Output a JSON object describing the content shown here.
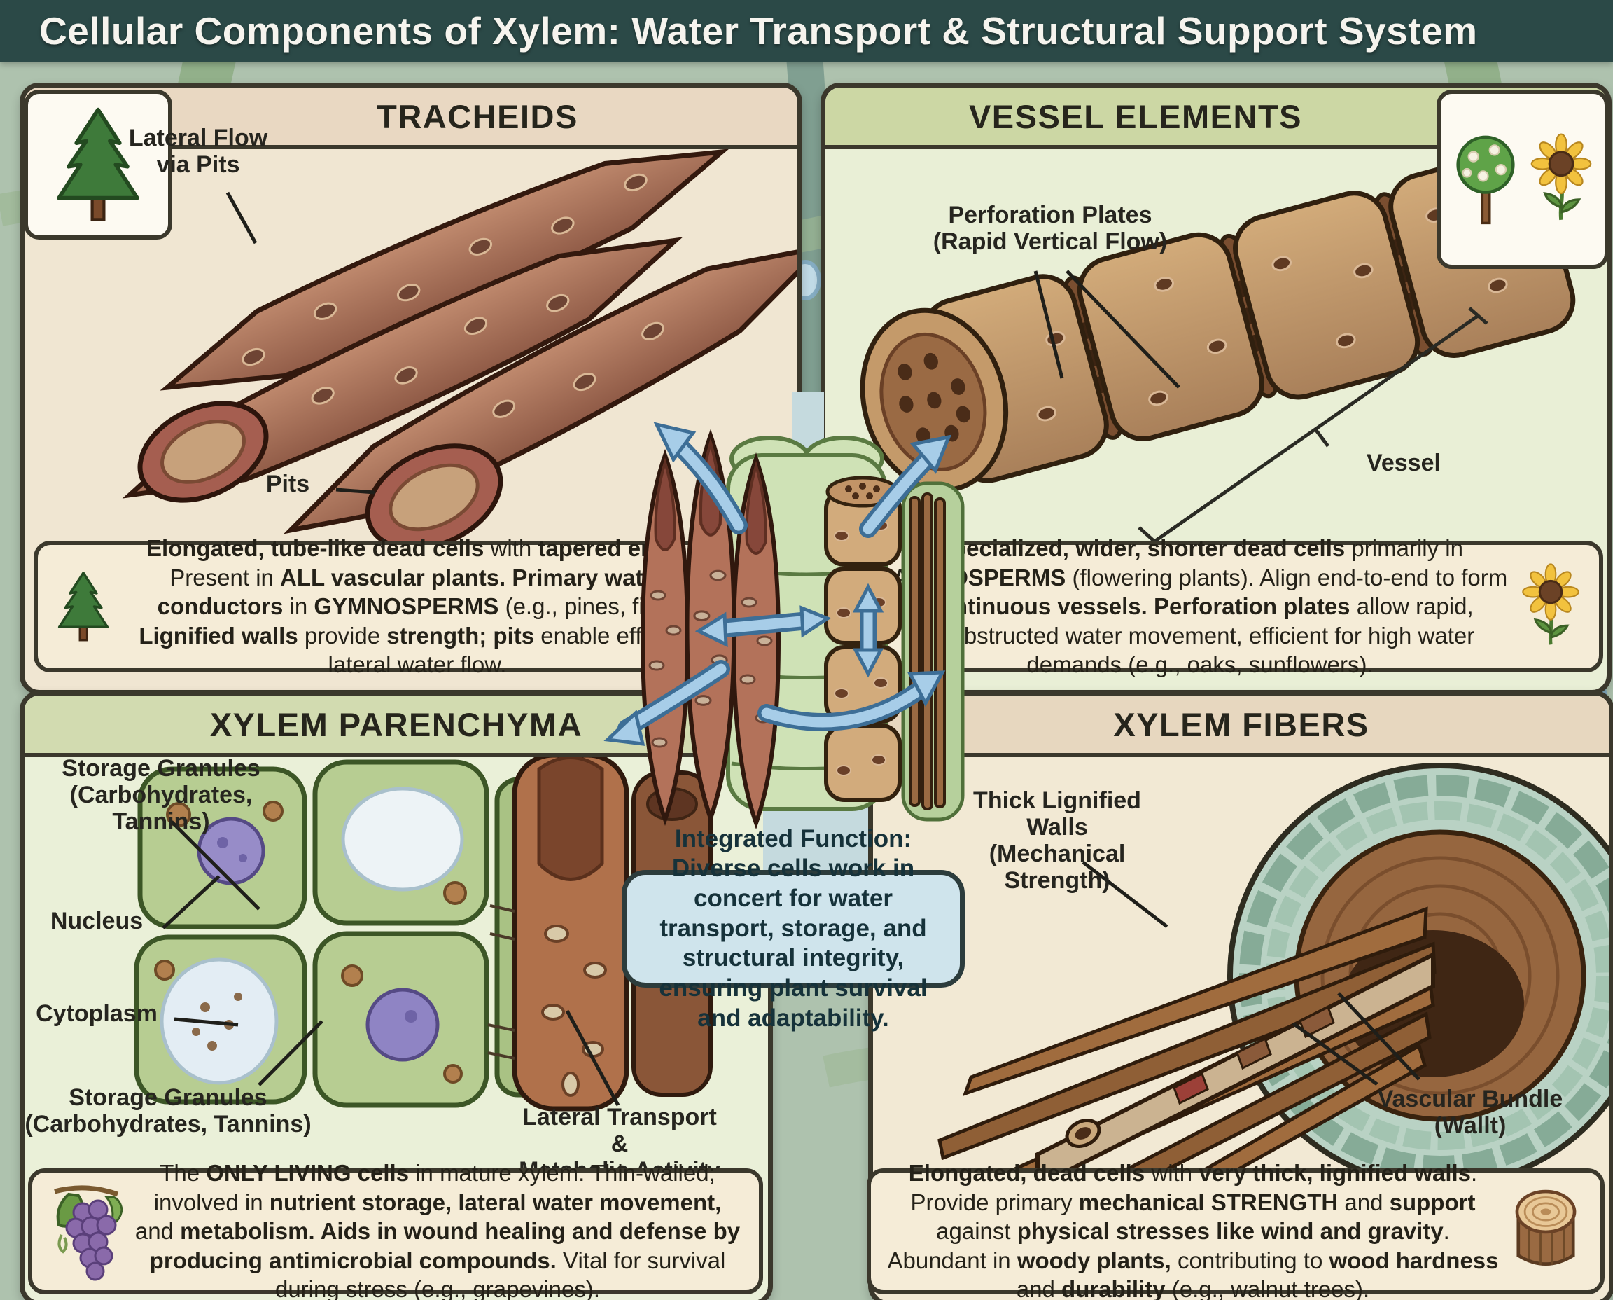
{
  "title": "Cellular Components of Xylem: Water Transport & Structural Support System",
  "colors": {
    "title_bar_bg": "#2b4947",
    "panel_border": "#3b382c",
    "tracheids_header_bg": "#e9d8c2",
    "vessel_elements_header_bg": "#ccd7a4",
    "xylem_parenchyma_header_bg": "#d2dbb0",
    "xylem_fibers_header_bg": "#e7d7bf",
    "description_box_bg": "#f5ecd7",
    "center_box_bg": "#cfe4ec",
    "arrow_blue": "#a7cde8"
  },
  "icons": {
    "tracheids_corner": "pine-tree",
    "tracheids_description": "pine-tree",
    "vessel_elements_corner": [
      "flowering-tree",
      "sunflower"
    ],
    "vessel_elements_description": "sunflower",
    "xylem_parenchyma_description": "grapes",
    "xylem_fibers_description": "wood-log"
  },
  "panels": {
    "tracheids": {
      "title": "TRACHEIDS",
      "labels": {
        "lateral_flow": "Lateral Flow",
        "lateral_flow_sub": "via Pits",
        "pits": "Pits"
      },
      "description": [
        {
          "t": "Elongated, tube-like dead cells",
          "b": true
        },
        {
          "t": " with ",
          "b": false
        },
        {
          "t": "tapered ends",
          "b": true
        },
        {
          "t": ". Present in ",
          "b": false
        },
        {
          "t": "ALL vascular plants.",
          "b": true
        },
        {
          "t": " ",
          "b": false
        },
        {
          "t": "Primary water conductors",
          "b": true
        },
        {
          "t": " in ",
          "b": false
        },
        {
          "t": "GYMNOSPERMS",
          "b": true
        },
        {
          "t": " (e.g., pines, firs). ",
          "b": false
        },
        {
          "t": "Lignified walls",
          "b": true
        },
        {
          "t": " provide ",
          "b": false
        },
        {
          "t": "strength; pits",
          "b": true
        },
        {
          "t": " enable efficient lateral water flow.",
          "b": false
        }
      ]
    },
    "vessel_elements": {
      "title": "VESSEL ELEMENTS",
      "labels": {
        "perforation_plates": "Perforation Plates",
        "perforation_plates_sub": "(Rapid Vertical Flow)",
        "vessel": "Vessel"
      },
      "description": [
        {
          "t": "Specialized, wider, shorter dead cells",
          "b": true
        },
        {
          "t": " primarily in ",
          "b": false
        },
        {
          "t": "ANGIOSPERMS",
          "b": true
        },
        {
          "t": " (flowering plants). Align end-to-end to form ",
          "b": false
        },
        {
          "t": "continuous vessels.",
          "b": true
        },
        {
          "t": " ",
          "b": false
        },
        {
          "t": "Perforation plates",
          "b": true
        },
        {
          "t": " allow rapid, unobstructed water movement, efficient for high water demands (e.g., oaks, sunflowers).",
          "b": false
        }
      ]
    },
    "xylem_parenchyma": {
      "title": "XYLEM PARENCHYMA",
      "labels": {
        "storage_granules_top": "Storage Granules",
        "storage_granules_top_sub": "(Carbohydrates, Tannins)",
        "nucleus": "Nucleus",
        "cytoplasm": "Cytoplasm",
        "storage_granules_bottom": "Storage Granules",
        "storage_granules_bottom_sub": "(Carbohydrates, Tannins)",
        "lateral_transport": "Lateral Transport &",
        "lateral_transport_sub": "Metabolic Activity"
      },
      "description": [
        {
          "t": "The ",
          "b": false
        },
        {
          "t": "ONLY LIVING cells",
          "b": true
        },
        {
          "t": " in mature xylem. Thin-walled; involved in ",
          "b": false
        },
        {
          "t": "nutrient storage, lateral water movement,",
          "b": true
        },
        {
          "t": " and ",
          "b": false
        },
        {
          "t": "metabolism. Aids in wound healing and defense by producing antimicrobial compounds.",
          "b": true
        },
        {
          "t": " Vital for survival during stress (e.g., grapevines).",
          "b": false
        }
      ]
    },
    "xylem_fibers": {
      "title": "XYLEM FIBERS",
      "labels": {
        "thick_walls": "Thick Lignified Walls",
        "thick_walls_sub": "(Mechanical Strength)",
        "vascular_bundle": "Vascular Bundle",
        "vascular_bundle_sub": "(Wallt)"
      },
      "description": [
        {
          "t": "Elongated, dead cells",
          "b": true
        },
        {
          "t": " with ",
          "b": false
        },
        {
          "t": "very thick, lignified walls",
          "b": true
        },
        {
          "t": ". Provide primary ",
          "b": false
        },
        {
          "t": "mechanical STRENGTH",
          "b": true
        },
        {
          "t": " and ",
          "b": false
        },
        {
          "t": "support",
          "b": true
        },
        {
          "t": " against ",
          "b": false
        },
        {
          "t": "physical stresses like wind and gravity",
          "b": true
        },
        {
          "t": ". Abundant in ",
          "b": false
        },
        {
          "t": "woody plants,",
          "b": true
        },
        {
          "t": " contributing to ",
          "b": false
        },
        {
          "t": "wood hardness",
          "b": true
        },
        {
          "t": " and ",
          "b": false
        },
        {
          "t": "durability",
          "b": true
        },
        {
          "t": " (e.g., walnut trees).",
          "b": false
        }
      ]
    }
  },
  "center": {
    "integrated_function": "Integrated Function: Diverse cells work in concert for water transport, storage, and structural integrity, ensuring plant survival and adaptability."
  }
}
